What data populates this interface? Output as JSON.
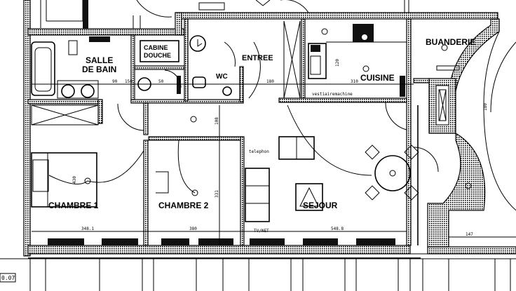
{
  "rooms": {
    "salle_de_bain_1": "SALLE",
    "salle_de_bain_2": "DE BAIN",
    "cabine_1": "CABINE",
    "cabine_2": "DOUCHE",
    "entree": "ENTREE",
    "cuisine": "CUISINE",
    "buanderie": "BUANDERIE",
    "wc": "WC",
    "chambre1": "CHAMBRE 1",
    "chambre2": "CHAMBRE 2",
    "sejour": "SEJOUR"
  },
  "annotations": {
    "vestiaire": "vestiairemachine",
    "telephone": "telephon",
    "tvnet": "TV/NET",
    "sheet_ref": "0.07"
  },
  "dimensions": {
    "d90": "90",
    "d150": "150",
    "d50": "50",
    "d180a": "180",
    "d310": "310",
    "d180b": "180",
    "d108": "108",
    "d331": "331",
    "d430": "430",
    "d348": "348.1",
    "d380": "380",
    "d548": "548.8",
    "d147": "147",
    "d120": "120"
  }
}
